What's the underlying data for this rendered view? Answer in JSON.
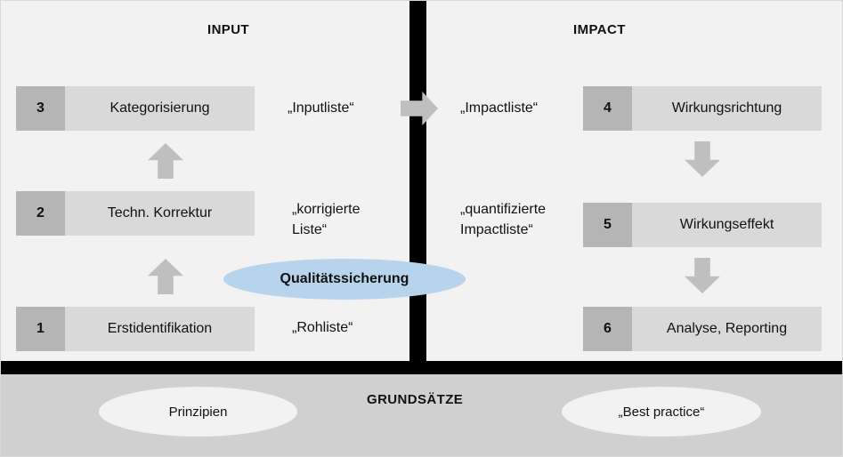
{
  "diagram": {
    "sections": {
      "input_title": "INPUT",
      "impact_title": "IMPACT",
      "principles_title": "GRUNDSÄTZE"
    },
    "input_steps": [
      {
        "number": "3",
        "label": "Kategorisierung"
      },
      {
        "number": "2",
        "label": "Techn. Korrektur"
      },
      {
        "number": "1",
        "label": "Erstidentifikation"
      }
    ],
    "impact_steps": [
      {
        "number": "4",
        "label": "Wirkungsrichtung"
      },
      {
        "number": "5",
        "label": "Wirkungseffekt"
      },
      {
        "number": "6",
        "label": "Analyse, Reporting"
      }
    ],
    "flow_labels": {
      "inputliste": "„Inputliste“",
      "korrigierte_liste": "„korrigierte Liste“",
      "rohliste": "„Rohliste“",
      "impactliste": "„Impactliste“",
      "quantifizierte_impactliste": "„quantifizierte Impactliste“"
    },
    "quality_assurance": "Qualitätssicherung",
    "principles": [
      "Prinzipien",
      "„Best practice“"
    ],
    "icons": {
      "arrow_up": "arrow-up-icon",
      "arrow_down": "arrow-down-icon",
      "arrow_right": "arrow-right-icon"
    },
    "colors": {
      "background": "#f2f2f2",
      "step_body": "#d9d9d9",
      "step_number": "#b5b5b5",
      "arrow": "#bfbfbf",
      "divider": "#000000",
      "bottom_band": "#d0d0d0",
      "quality_ellipse": "#b8d4ec",
      "principle_ellipse": "#f2f2f2"
    }
  }
}
